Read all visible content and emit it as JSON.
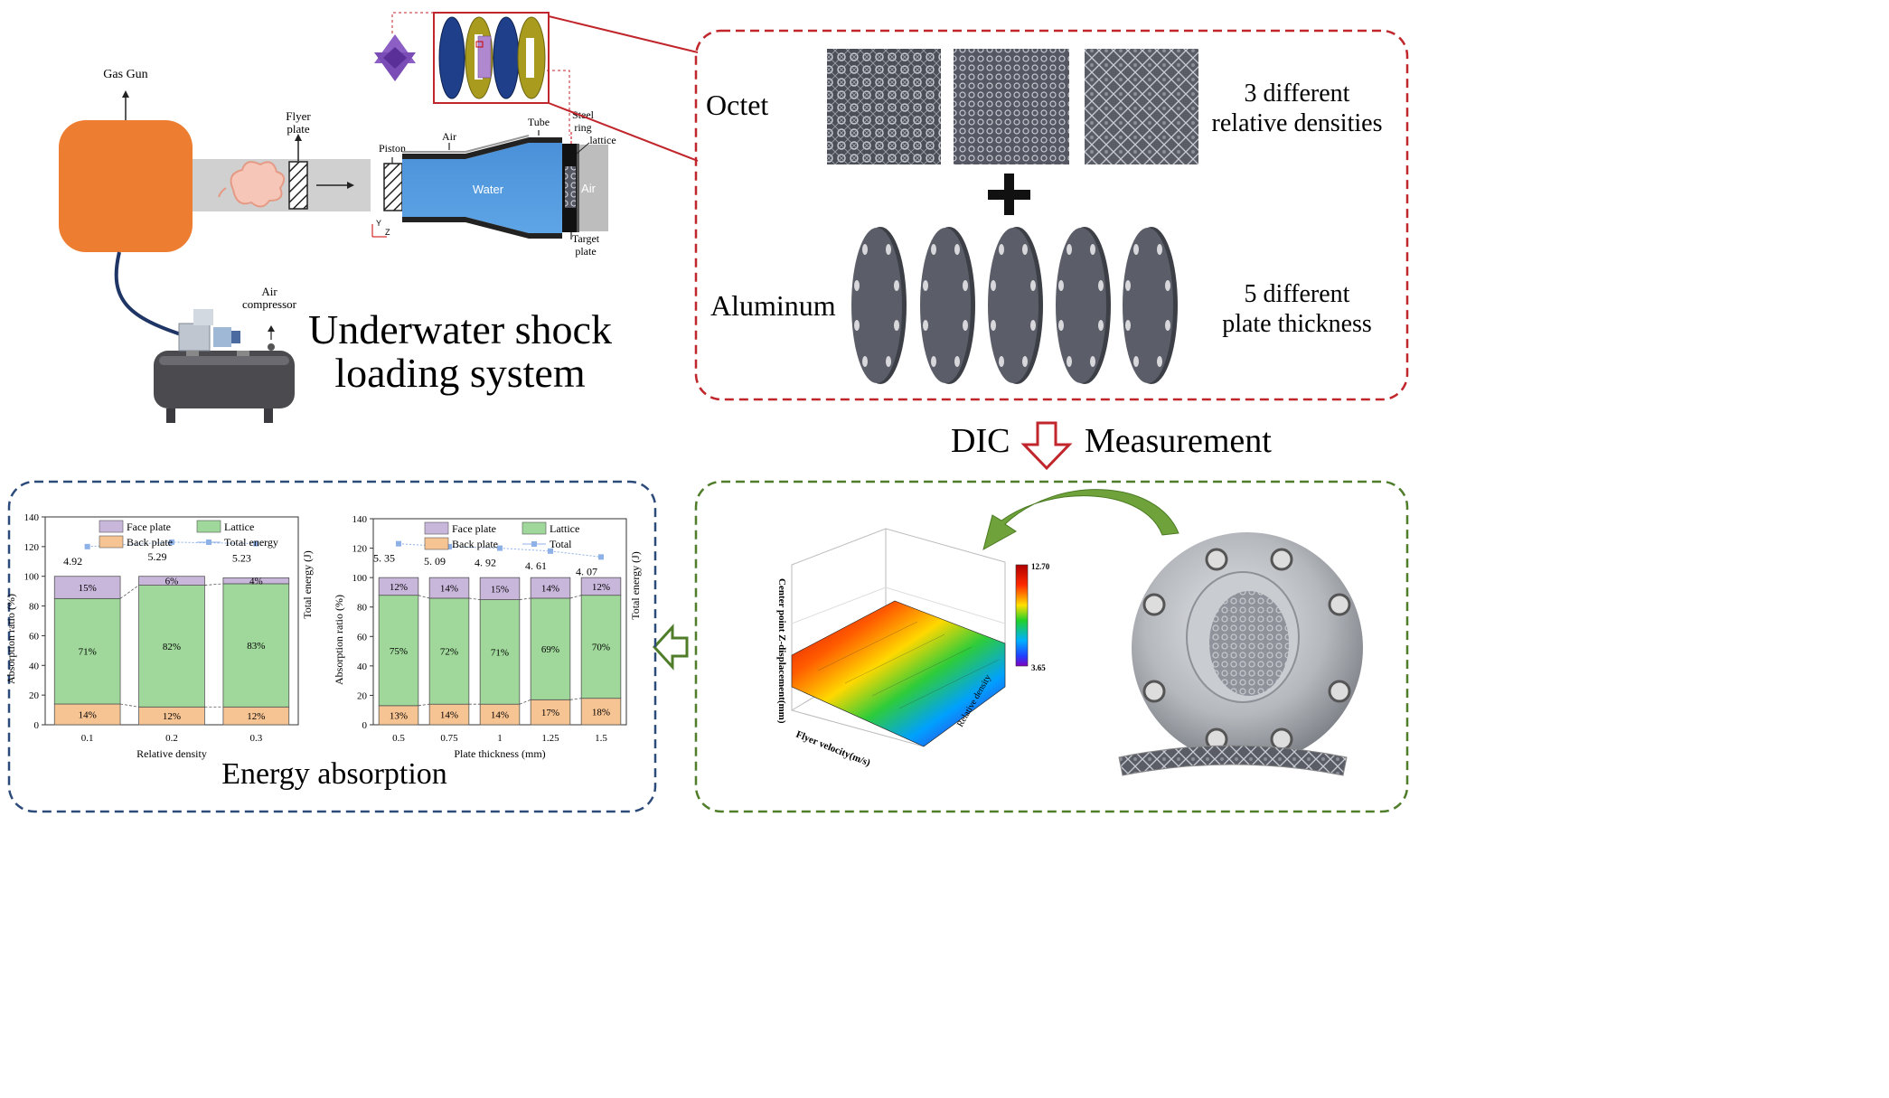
{
  "system": {
    "gas_gun": "Gas Gun",
    "flyer_plate": "Flyer plate",
    "piston": "Piston",
    "air_label": "Air",
    "tube": "Tube",
    "steel_ring": "Steel ring",
    "lattice": "lattice",
    "water": "Water",
    "air_right": "Air",
    "target_plate": "Target plate",
    "axis_y": "Y",
    "axis_z": "Z",
    "air_compressor": "Air compressor",
    "title_line1": "Underwater shock",
    "title_line2": "loading system"
  },
  "specimen_panel": {
    "octet": "Octet",
    "aluminum": "Aluminum",
    "densities_line1": "3 different",
    "densities_line2": "relative densities",
    "thickness_line1": "5 different",
    "thickness_line2": "plate thickness",
    "plus": "+"
  },
  "measurement": {
    "dic": "DIC",
    "label": "Measurement"
  },
  "dic_panel": {
    "z_axis_label": "Center point Z-displacement(mm)",
    "x_axis_label": "Flyer velocity(m/s)",
    "y_axis_label": "Relative density",
    "colorbar_max": "12.70",
    "colorbar_min": "3.65"
  },
  "energy_panel": {
    "title": "Energy absorption"
  },
  "colors": {
    "face_plate": "#c8b6db",
    "lattice": "#9fd89a",
    "back_plate": "#f6c393",
    "total": "#8eb1e8",
    "red_dash": "#c0262b",
    "blue_dash": "#2c4a7a",
    "green_dash": "#4f7d2a",
    "gun": "#ed7d31",
    "water": "#5b9bd5"
  },
  "chart_data": [
    {
      "type": "bar",
      "stacked": true,
      "categories": [
        "0.1",
        "0.2",
        "0.3"
      ],
      "xlabel": "Relative density",
      "ylabel": "Absorption ratio (%)",
      "y2label": "Total energy (J)",
      "ylim": [
        0,
        140
      ],
      "yticks": [
        "0",
        "20",
        "40",
        "60",
        "80",
        "100",
        "120",
        "140"
      ],
      "legend": [
        "Face plate",
        "Lattice",
        "Back plate",
        "Total energy"
      ],
      "series": [
        {
          "name": "Back plate",
          "values": [
            14,
            12,
            12
          ],
          "labels": [
            "14%",
            "12%",
            "12%"
          ]
        },
        {
          "name": "Lattice",
          "values": [
            71,
            82,
            83
          ],
          "labels": [
            "71%",
            "82%",
            "83%"
          ]
        },
        {
          "name": "Face plate",
          "values": [
            15,
            6,
            4
          ],
          "labels": [
            "15%",
            "6%",
            "4%"
          ]
        }
      ],
      "total_energy": {
        "name": "Total energy",
        "values": [
          4.92,
          5.29,
          5.23
        ],
        "labels": [
          "4.92",
          "5.29",
          "5.23"
        ],
        "y_plot": [
          120,
          123,
          122
        ]
      }
    },
    {
      "type": "bar",
      "stacked": true,
      "categories": [
        "0.5",
        "0.75",
        "1",
        "1.25",
        "1.5"
      ],
      "xlabel": "Plate thickness (mm)",
      "ylabel": "Absorption ratio (%)",
      "y2label": "Total energy  (J)",
      "ylim": [
        0,
        140
      ],
      "yticks": [
        "0",
        "20",
        "40",
        "60",
        "80",
        "100",
        "120",
        "140"
      ],
      "legend": [
        "Face plate",
        "Lattice",
        "Back plate",
        "Total"
      ],
      "series": [
        {
          "name": "Back plate",
          "values": [
            13,
            14,
            14,
            17,
            18
          ],
          "labels": [
            "13%",
            "14%",
            "14%",
            "17%",
            "18%"
          ]
        },
        {
          "name": "Lattice",
          "values": [
            75,
            72,
            71,
            69,
            70
          ],
          "labels": [
            "75%",
            "72%",
            "71%",
            "69%",
            "70%"
          ]
        },
        {
          "name": "Face plate",
          "values": [
            12,
            14,
            15,
            14,
            12
          ],
          "labels": [
            "12%",
            "14%",
            "15%",
            "14%",
            "12%"
          ]
        }
      ],
      "total_energy": {
        "name": "Total",
        "values": [
          5.35,
          5.09,
          4.92,
          4.61,
          4.07
        ],
        "labels": [
          "5. 35",
          "5. 09",
          "4. 92",
          "4. 61",
          "4. 07"
        ],
        "y_plot": [
          123,
          121,
          120,
          118,
          114
        ]
      }
    }
  ]
}
